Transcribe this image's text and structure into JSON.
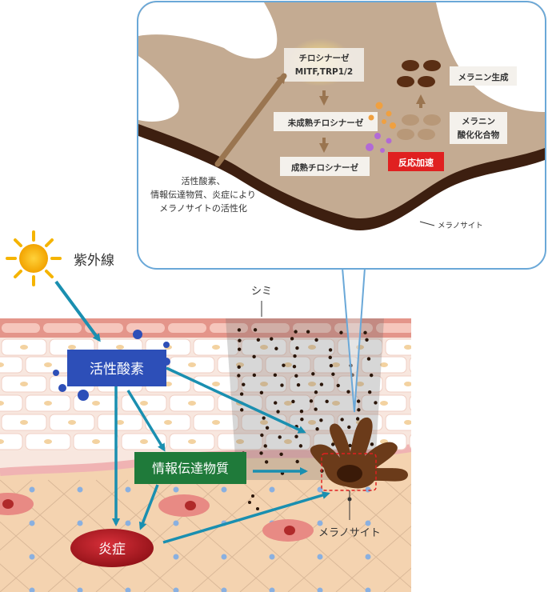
{
  "labels": {
    "uv": "紫外線",
    "ros": "活性酸素",
    "messenger": "情報伝達物質",
    "inflammation": "炎症",
    "spot": "シミ",
    "melanocyte_lower": "メラノサイト"
  },
  "zoom": {
    "tyrosinase": "チロシナーゼ",
    "mitf": "MITF,TRP1/2",
    "immature": "未成熟チロシナーゼ",
    "mature": "成熟チロシナーゼ",
    "melanin_gen": "メラニン生成",
    "oxidized_line1": "メラニン",
    "oxidized_line2": "酸化化合物",
    "accel": "反応加速",
    "activation_line1": "活性酸素、",
    "activation_line2": "情報伝達物質、炎症により",
    "activation_line3": "メラノサイトの活性化",
    "melanocyte": "メラノサイト"
  },
  "colors": {
    "ros_box": "#2d4fb8",
    "messenger_box": "#1f7a3a",
    "inflammation": "#b01c24",
    "arrow": "#1a8fb0",
    "melanocyte": "#6b3b1a",
    "accel_box": "#e02020",
    "callout_border": "#6aa8d8"
  }
}
